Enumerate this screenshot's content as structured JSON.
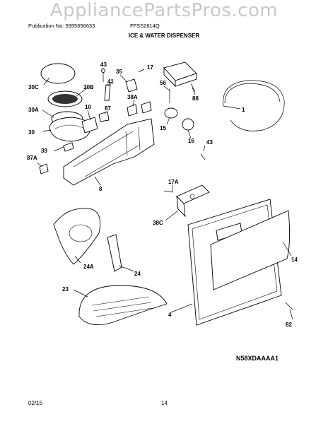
{
  "watermark": "AppliancePartsPros.com",
  "header": {
    "publication": "Publication No: 5995656633",
    "model": "FFSS2614Q",
    "section_title": "ICE & WATER DISPENSER"
  },
  "part_labels": {
    "p43a": "43",
    "p35": "35",
    "p17": "17",
    "p41": "41",
    "p30c": "30C",
    "p30b": "30B",
    "p88": "88",
    "p56": "56",
    "p38a": "38A",
    "p30a": "30A",
    "p10": "10",
    "p87": "87",
    "p1": "1",
    "p15": "15",
    "p16": "16",
    "p30": "30",
    "p39": "39",
    "p87a": "87A",
    "p43b": "43",
    "p8": "8",
    "p17a": "17A",
    "p38c": "38C",
    "p24a": "24A",
    "p24": "24",
    "p14": "14",
    "p23": "23",
    "p4": "4",
    "p82": "82"
  },
  "diagram_code": "N58XDAAAA1",
  "footer": {
    "date": "02/15",
    "page": "14"
  }
}
